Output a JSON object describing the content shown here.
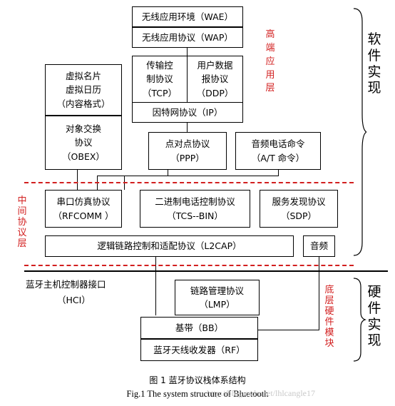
{
  "stack": {
    "wae": "无线应用环境（WAE）",
    "wap": "无线应用协议（WAP）",
    "tcp": [
      "传输控",
      "制协议",
      "（TCP）"
    ],
    "udp": [
      "用户数据",
      "报协议",
      "（DDP）"
    ],
    "ip": "因特网协议（IP）",
    "vcard": [
      "虚拟名片",
      "虚拟日历",
      "（内容格式）"
    ],
    "obex": [
      "对象交换",
      "协议",
      "（OBEX）"
    ],
    "ppp": [
      "点对点协议",
      "（PPP）"
    ],
    "at": [
      "音频电话命令",
      "（A/T 命令）"
    ],
    "rfcomm": [
      "串口仿真协议",
      "（RFCOMM  ）"
    ],
    "tcsbin": [
      "二进制电话控制协议",
      "（TCS--BIN）"
    ],
    "sdp": [
      "服务发现协议",
      "（SDP）"
    ],
    "l2cap": "逻辑链路控制和适配协议（L2CAP）",
    "audio": "音频",
    "hci": [
      "蓝牙主机控制器接口",
      "（HCI）"
    ],
    "lmp": [
      "链路管理协议",
      "（LMP）"
    ],
    "baseband": "基带（BB）",
    "rf": "蓝牙天线收发器（RF）"
  },
  "side_labels": {
    "high_layer": "高端应用层",
    "middle_layer": "中间协议层",
    "bottom_layer": "底层硬件模块",
    "software": "软件实现",
    "hardware": "硬件实现"
  },
  "colors": {
    "accent_red": "#d21f1f",
    "line": "#000000"
  },
  "caption": {
    "zh": "图  1 蓝牙协议栈体系结构",
    "en": "Fig.1 The system structure of   Bluetooth"
  },
  "watermark": "http://blog.csdn.net/lhlcangle17"
}
